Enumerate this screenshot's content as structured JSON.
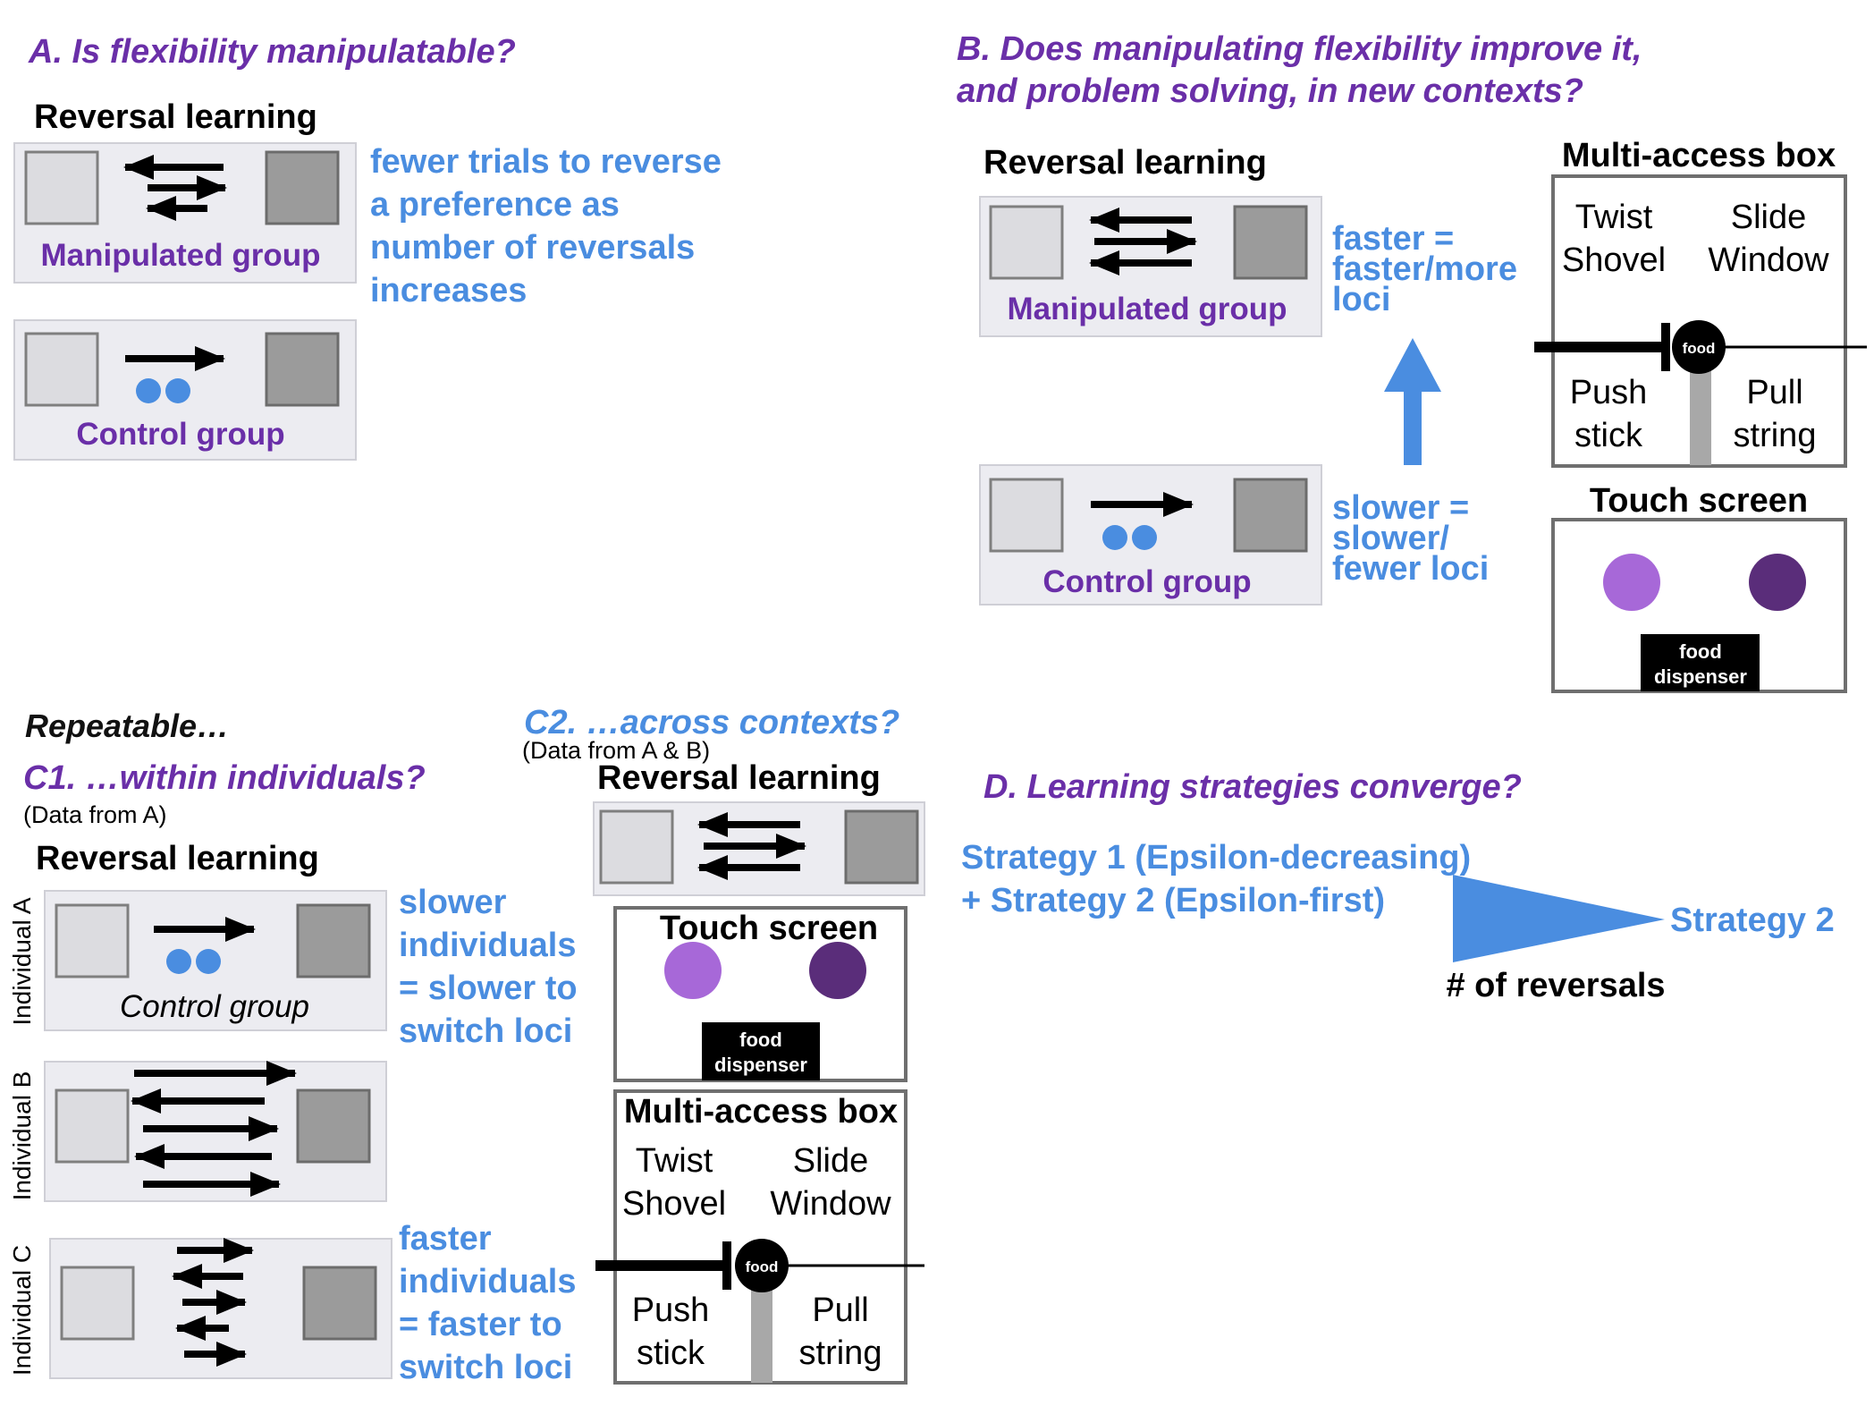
{
  "sections": {
    "a": {
      "heading": "A. Is flexibility manipulatable?",
      "title": "Reversal learning",
      "note": [
        "fewer trials to reverse",
        "a preference as",
        "number of reversals",
        "increases"
      ],
      "manipulated_label": "Manipulated group",
      "control_label": "Control group"
    },
    "b": {
      "heading": [
        "B. Does manipulating flexibility improve it,",
        "and problem solving, in new contexts?"
      ],
      "title": "Reversal learning",
      "manipulated_label": "Manipulated group",
      "control_label": "Control group",
      "faster": [
        "faster =",
        "faster/more",
        "loci"
      ],
      "slower": [
        "slower =",
        "slower/",
        "fewer loci"
      ],
      "mab_title": "Multi-access box",
      "mab_labels": [
        "Twist",
        "Shovel",
        "Slide",
        "Window",
        "Push",
        "stick",
        "Pull",
        "string"
      ],
      "food": "food",
      "ts_title": "Touch screen",
      "dispenser": [
        "food",
        "dispenser"
      ]
    },
    "c1": {
      "repeatable": "Repeatable…",
      "heading": "C1. …within individuals?",
      "source": "(Data from A)",
      "title": "Reversal learning",
      "control_label": "Control group",
      "individuals": [
        "Individual A",
        "Individual B",
        "Individual C"
      ],
      "slower": [
        "slower",
        "individuals",
        "= slower to",
        "switch loci"
      ],
      "faster": [
        "faster",
        "individuals",
        "= faster to",
        "switch loci"
      ]
    },
    "c2": {
      "heading": "C2. …across contexts?",
      "source": "(Data from A & B)",
      "title": "Reversal learning",
      "ts_title": "Touch screen",
      "dispenser": [
        "food",
        "dispenser"
      ],
      "mab_title": "Multi-access box",
      "mab_labels": [
        "Twist",
        "Shovel",
        "Slide",
        "Window",
        "Push",
        "stick",
        "Pull",
        "string"
      ],
      "food": "food"
    },
    "d": {
      "heading": "D. Learning strategies converge?",
      "strategies": [
        "Strategy 1 (Epsilon-decreasing)",
        "+ Strategy 2 (Epsilon-first)"
      ],
      "result": "Strategy 2",
      "axis": "# of reversals"
    }
  },
  "colors": {
    "purple": "#6a2fa8",
    "blue": "#4a8de0",
    "light_purple": "#a768d8",
    "dark_purple": "#5a2d7a"
  }
}
